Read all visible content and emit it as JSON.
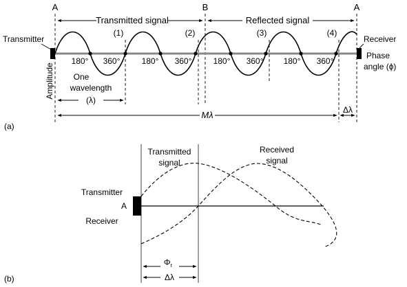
{
  "top_panel": {
    "panel_label": "(a)",
    "point_a_left": "A",
    "point_b": "B",
    "point_a_right": "A",
    "transmitted_label": "Transmitted signal",
    "reflected_label": "Reflected signal",
    "transmitter_label": "Transmitter",
    "receiver_label": "Receiver",
    "phase_label_line1": "Phase",
    "phase_label_line2": "angle (ϕ)",
    "amplitude_label": "Amplitude",
    "marker_1": "(1)",
    "marker_2": "(2)",
    "marker_3": "(3)",
    "marker_4": "(4)",
    "deg_180": "180°",
    "deg_360": "360°",
    "wavelength_line1": "One",
    "wavelength_line2": "wavelength",
    "lambda_label": "(λ)",
    "m_lambda_label": "Mλ",
    "delta_lambda_label": "Δλ"
  },
  "bottom_panel": {
    "panel_label": "(b)",
    "transmitter_label": "Transmitter",
    "point_a": "A",
    "receiver_label": "Receiver",
    "transmitted_line1": "Transmitted",
    "transmitted_line2": "signal",
    "received_line1": "Received",
    "received_line2": "signal",
    "phi_label": "Φ",
    "phi_subscript": "r",
    "delta_lambda_label": "Δλ"
  },
  "colors": {
    "ink": "#000000",
    "background": "#ffffff"
  }
}
